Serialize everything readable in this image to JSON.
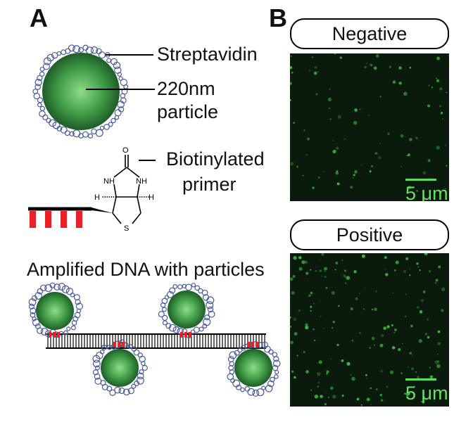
{
  "panel_a": {
    "letter": "A",
    "labels": {
      "streptavidin": "Streptavidin",
      "particle_line1": "220nm",
      "particle_line2": "particle",
      "primer_line1": "Biotinylated",
      "primer_line2": "primer"
    },
    "chem_atoms": {
      "o": "O",
      "nh_left": "NH",
      "nh_right": "NH",
      "s": "S",
      "h_left": "H",
      "h_right": "H"
    },
    "dna_title": "Amplified DNA with particles"
  },
  "panel_b": {
    "letter": "B",
    "negative": {
      "label": "Negative",
      "scale": "5 μm"
    },
    "positive": {
      "label": "Positive",
      "scale": "5 μm"
    }
  },
  "colors": {
    "particle_core": "#7fd07a",
    "particle_edge": "#1f5e2a",
    "streptavidin": "#4a5a9c",
    "primer_red": "#e8202a",
    "micro_bg": "#0a1a0c",
    "micro_dots": "#3cc23c",
    "scale_green": "#5fdc5a"
  },
  "icons": [
    "particle-icon",
    "biotin-structure-icon",
    "dna-ladder-icon"
  ]
}
